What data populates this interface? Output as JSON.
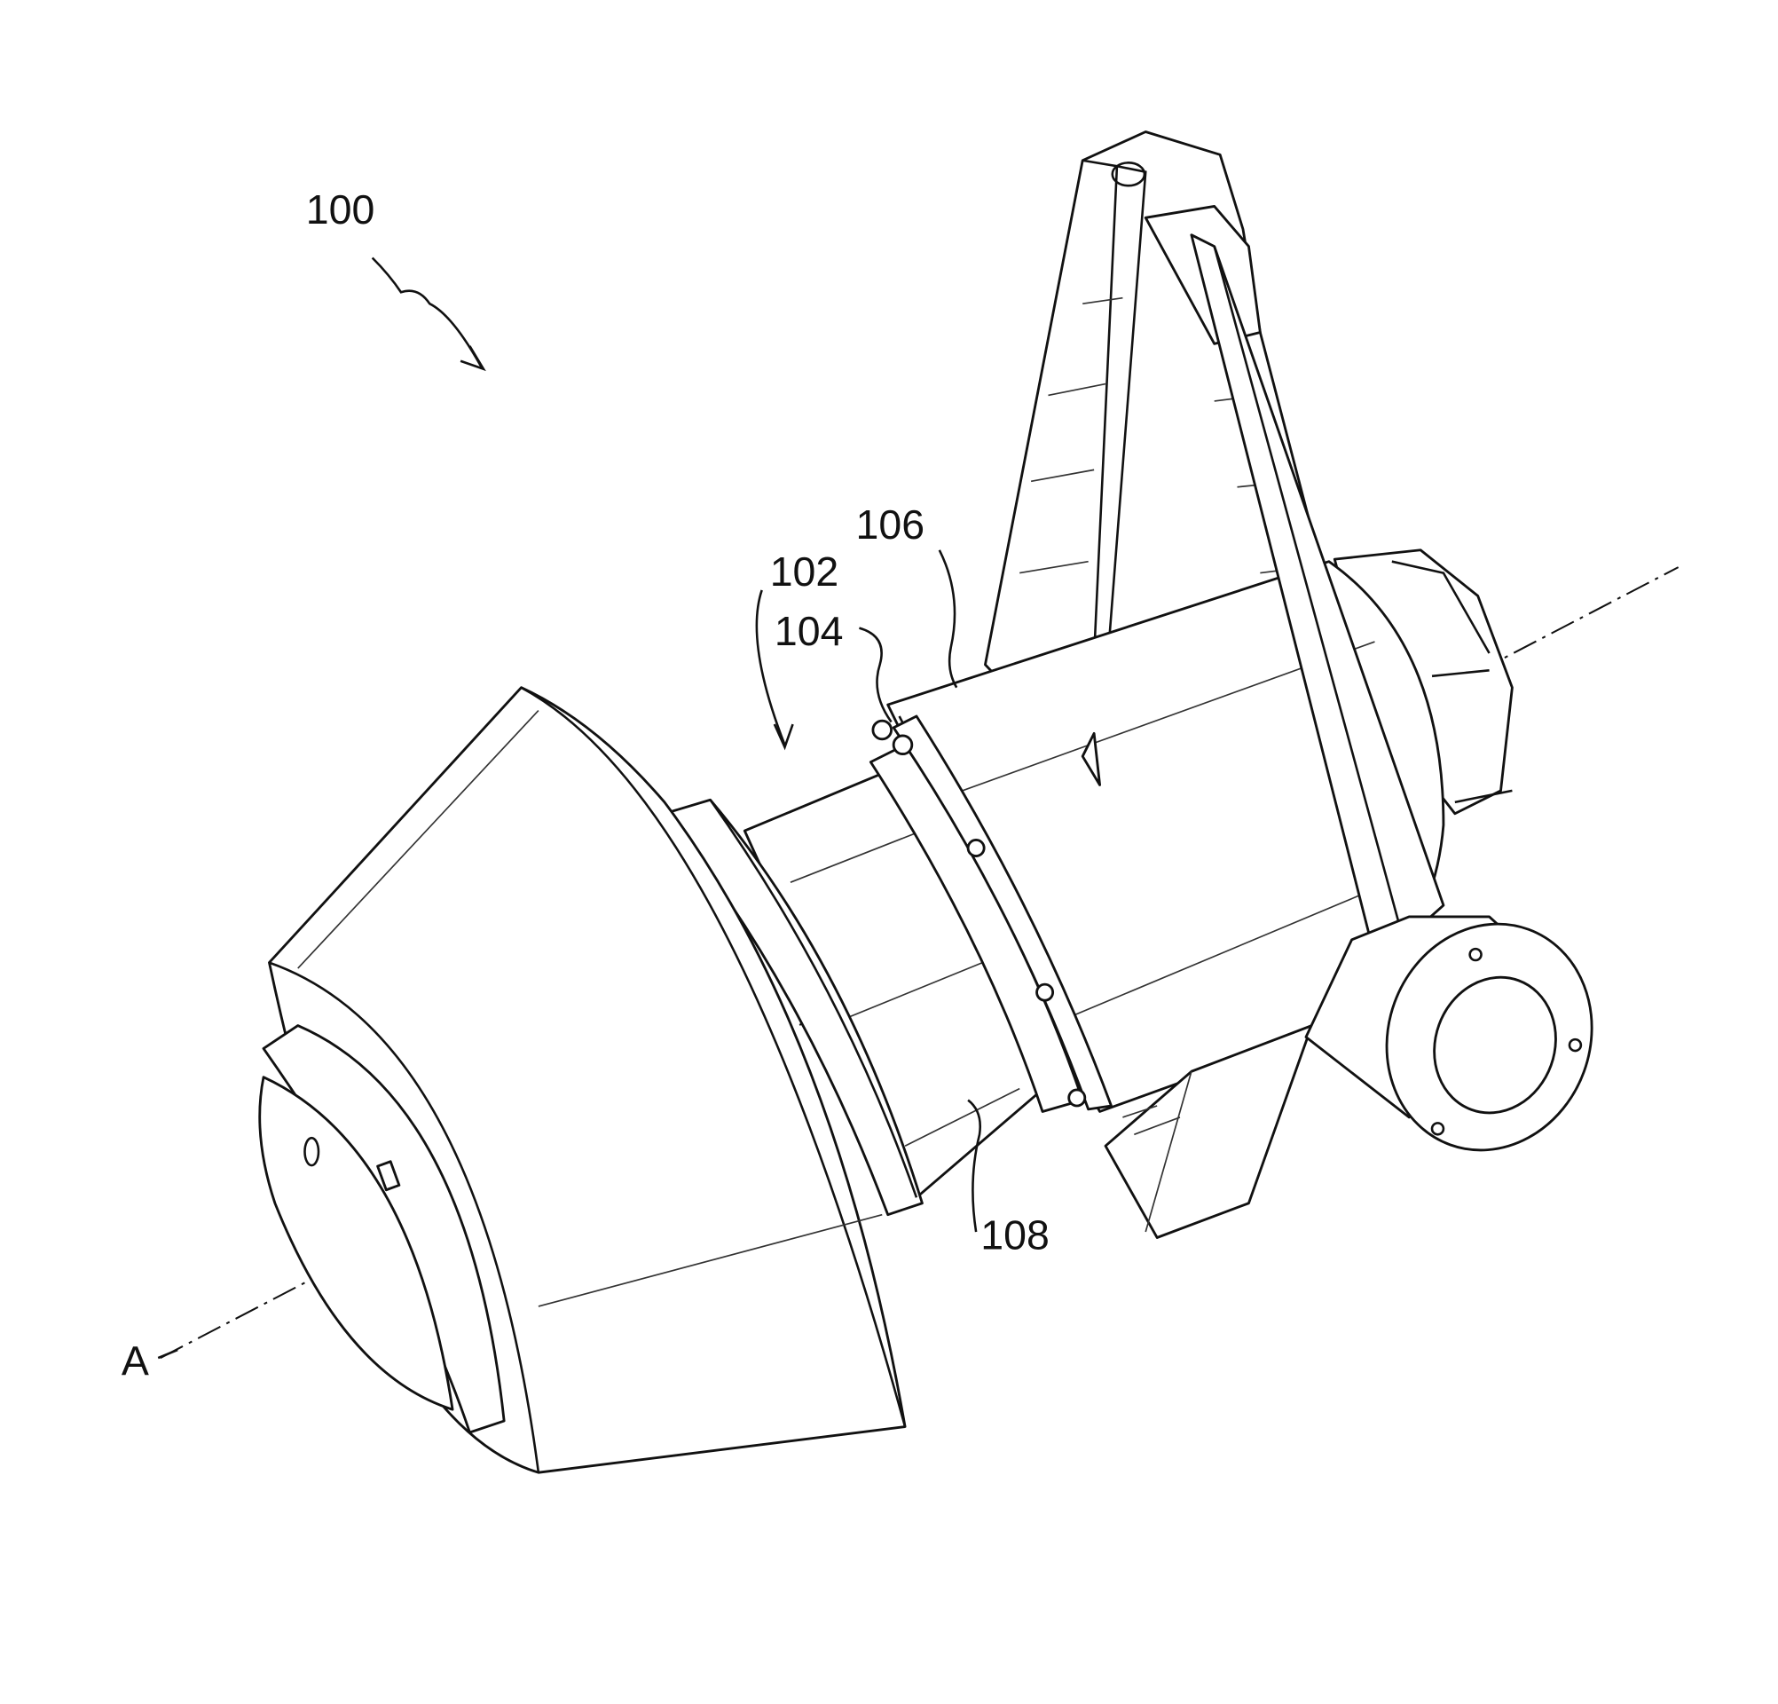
{
  "figure": {
    "labels": {
      "assembly": "100",
      "joint": "102",
      "flange": "104",
      "body": "106",
      "shaft": "108",
      "axis": "A"
    }
  }
}
